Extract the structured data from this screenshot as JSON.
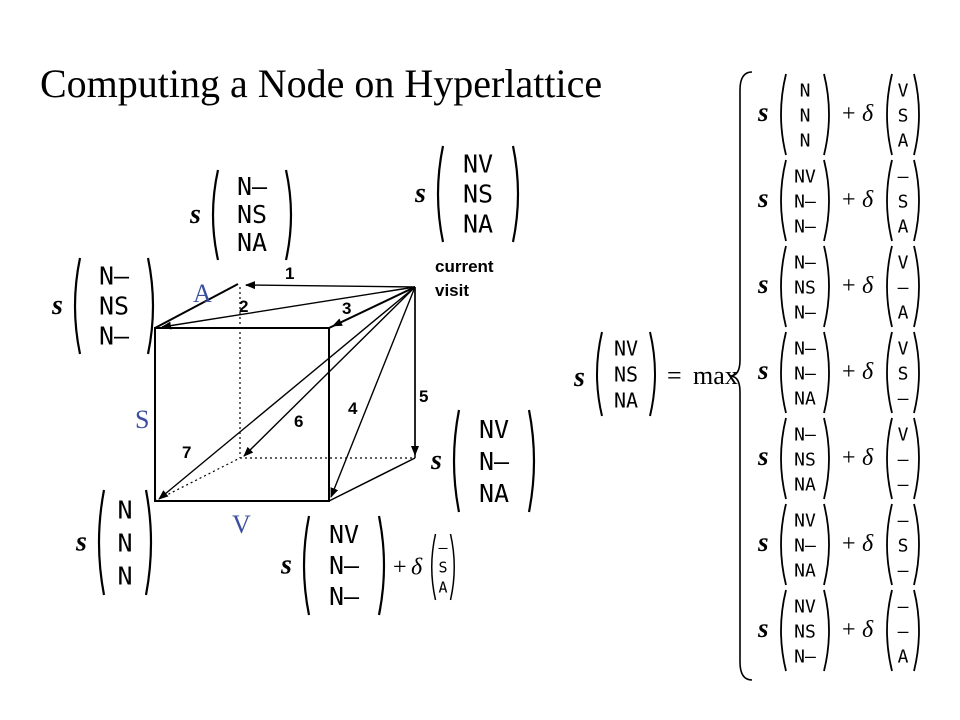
{
  "slide": {
    "title": "Computing a Node on Hyperlattice"
  },
  "cube": {
    "axis_labels": {
      "a": "A",
      "s": "S",
      "v": "V"
    },
    "arrow_labels": [
      "1",
      "2",
      "3",
      "4",
      "5",
      "6",
      "7"
    ],
    "current_visit": [
      "current",
      "visit"
    ]
  },
  "nodes": [
    {
      "key": "node-top",
      "prefix": "s",
      "rows": [
        "N–",
        "NS",
        "NA"
      ]
    },
    {
      "key": "node-current",
      "prefix": "s",
      "rows": [
        "NV",
        "NS",
        "NA"
      ]
    },
    {
      "key": "node-left",
      "prefix": "s",
      "rows": [
        "N–",
        "NS",
        "N–"
      ]
    },
    {
      "key": "node-right",
      "prefix": "s",
      "rows": [
        "NV",
        "N–",
        "NA"
      ]
    },
    {
      "key": "node-bottom-left",
      "prefix": "s",
      "rows": [
        "N",
        "N",
        "N"
      ]
    },
    {
      "key": "node-bottom-mid",
      "prefix": "s",
      "rows": [
        "NV",
        "N–",
        "N–"
      ],
      "plus": "+",
      "delta": "δ",
      "delta_rows": [
        "–",
        "S",
        "A"
      ]
    }
  ],
  "equation": {
    "lhs_prefix": "s",
    "lhs_rows": [
      "NV",
      "NS",
      "NA"
    ],
    "equals": "=",
    "max": "max",
    "plus": "+",
    "delta": "δ",
    "terms": [
      {
        "rows": [
          "N",
          "N",
          "N"
        ],
        "delta_rows": [
          "V",
          "S",
          "A"
        ]
      },
      {
        "rows": [
          "NV",
          "N–",
          "N–"
        ],
        "delta_rows": [
          "–",
          "S",
          "A"
        ]
      },
      {
        "rows": [
          "N–",
          "NS",
          "N–"
        ],
        "delta_rows": [
          "V",
          "–",
          "A"
        ]
      },
      {
        "rows": [
          "N–",
          "N–",
          "NA"
        ],
        "delta_rows": [
          "V",
          "S",
          "–"
        ]
      },
      {
        "rows": [
          "N–",
          "NS",
          "NA"
        ],
        "delta_rows": [
          "V",
          "–",
          "–"
        ]
      },
      {
        "rows": [
          "NV",
          "N–",
          "NA"
        ],
        "delta_rows": [
          "–",
          "S",
          "–"
        ]
      },
      {
        "rows": [
          "NV",
          "NS",
          "N–"
        ],
        "delta_rows": [
          "–",
          "–",
          "A"
        ]
      }
    ]
  }
}
